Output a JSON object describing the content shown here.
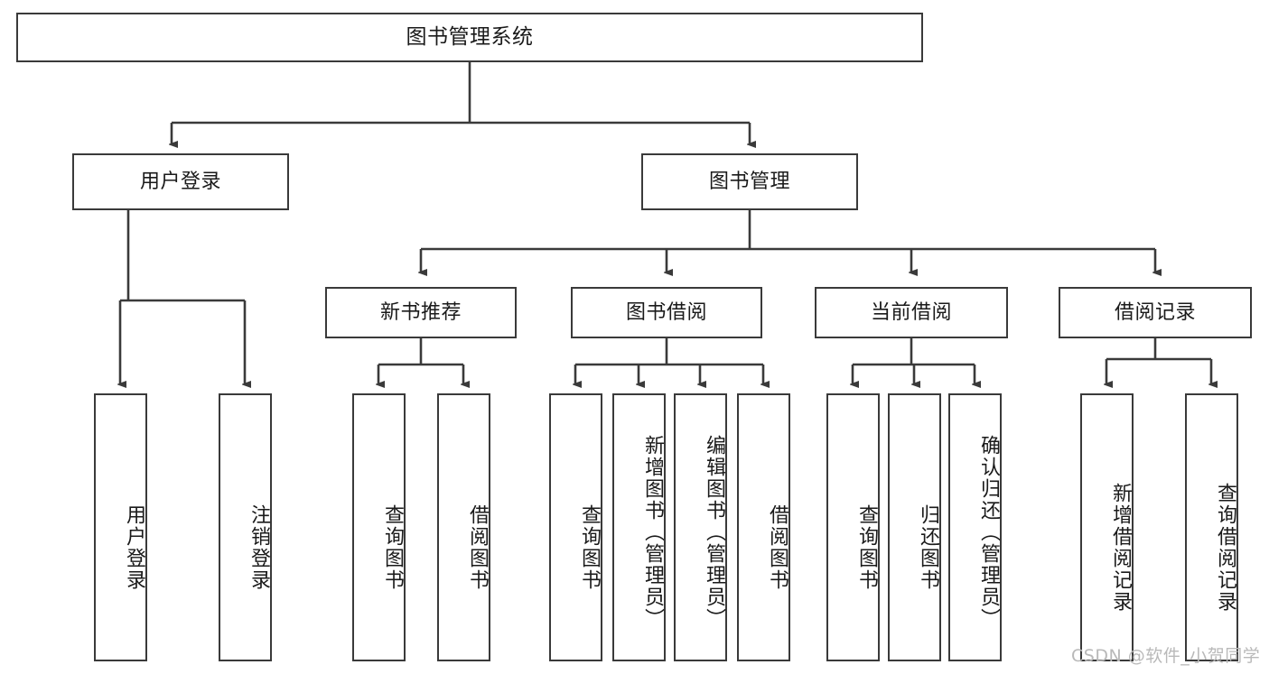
{
  "diagram": {
    "title": "图书管理系统",
    "type": "function-structure-tree",
    "watermark": "CSDN @软件_小贺同学",
    "colors": {
      "stroke": "#3a3a3a",
      "box_fill": "#ffffff",
      "text": "#1a1a1a",
      "background": "#ffffff",
      "watermark": "#b9b9b9"
    },
    "root": {
      "label": "图书管理系统"
    },
    "level2": [
      {
        "label": "用户登录"
      },
      {
        "label": "图书管理"
      }
    ],
    "level3": [
      {
        "label": "新书推荐"
      },
      {
        "label": "图书借阅"
      },
      {
        "label": "当前借阅"
      },
      {
        "label": "借阅记录"
      }
    ],
    "leaves": {
      "user_login": [
        {
          "label": "用户登录"
        },
        {
          "label": "注销登录"
        }
      ],
      "new_book": [
        {
          "label": "查询图书"
        },
        {
          "label": "借阅图书"
        }
      ],
      "book_borrow": [
        {
          "label": "查询图书"
        },
        {
          "label": "新增图书（管理员）"
        },
        {
          "label": "编辑图书（管理员）"
        },
        {
          "label": "借阅图书"
        }
      ],
      "current_borrow": [
        {
          "label": "查询图书"
        },
        {
          "label": "归还图书"
        },
        {
          "label": "确认归还（管理员）"
        }
      ],
      "borrow_record": [
        {
          "label": "新增借阅记录"
        },
        {
          "label": "查询借阅记录"
        }
      ]
    }
  }
}
